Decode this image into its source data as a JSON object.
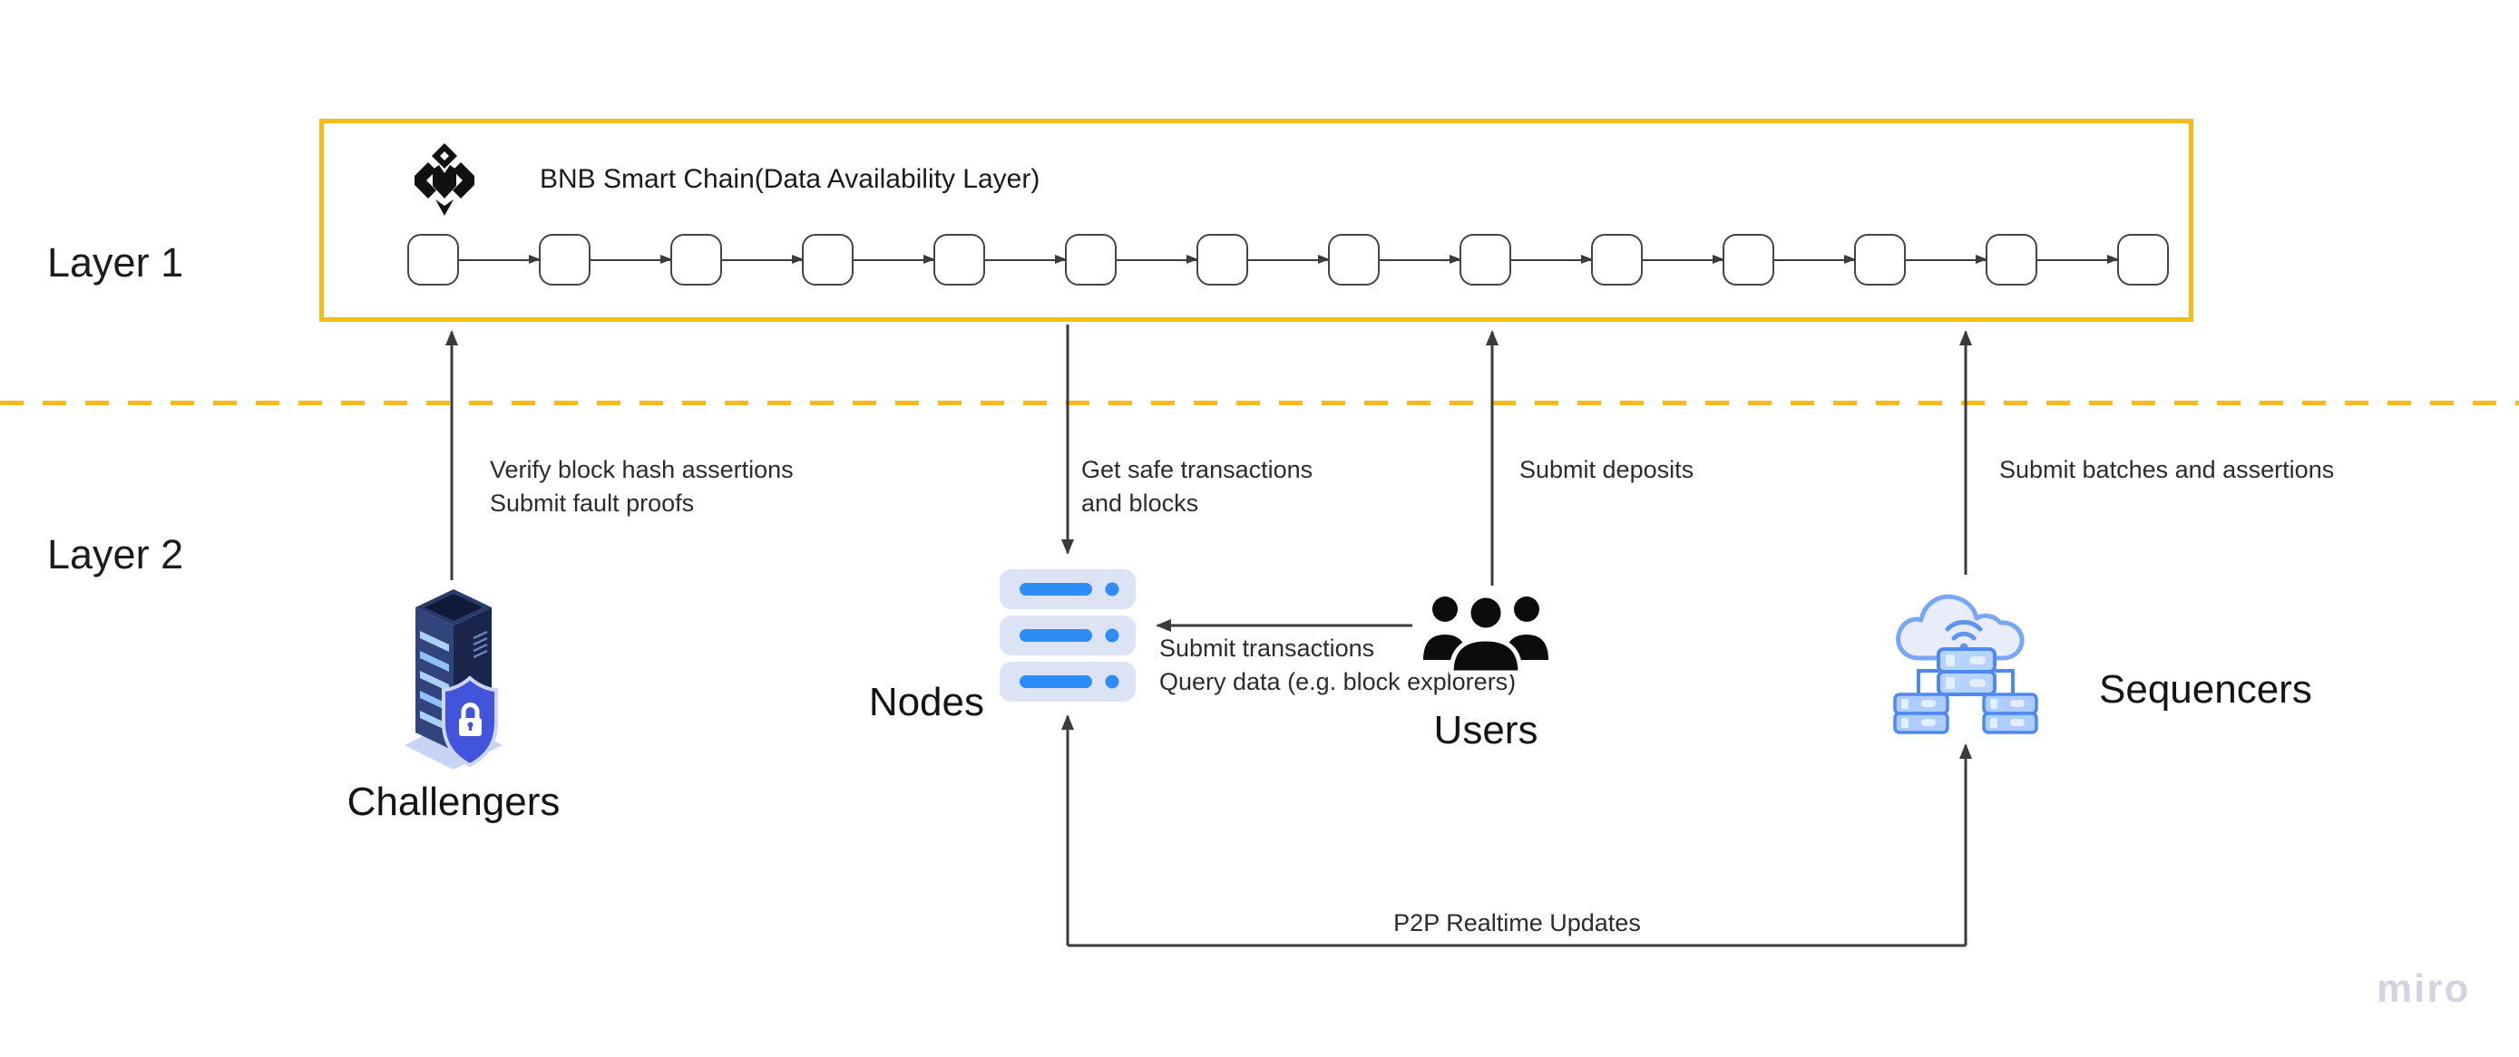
{
  "watermark": "miro",
  "colors": {
    "accent_yellow": "#F6BA1B",
    "arrow_gray": "#3b3b3b",
    "text_dark": "#1f1f1f",
    "node_row_bg": "#dbe3f4",
    "node_blue": "#2e8cf6",
    "shield_blue": "#4354dc",
    "server_navy": "#1d2951",
    "cloud_blue_outline": "#4d89f0",
    "watermark_gray": "#d4d4e0"
  },
  "layers": {
    "layer1": "Layer 1",
    "layer2": "Layer 2"
  },
  "layer1_box": {
    "title": "BNB Smart Chain(Data Availability Layer)",
    "logo": "bnb-chain-logo",
    "block_count": 14
  },
  "annotations": {
    "challengers": {
      "line1": "Verify block hash assertions",
      "line2": "Submit fault proofs"
    },
    "nodes": {
      "line1": "Get safe transactions",
      "line2": "and blocks"
    },
    "deposits": "Submit deposits",
    "batches": "Submit batches and assertions",
    "transactions": {
      "line1": "Submit transactions",
      "line2": "Query data (e.g. block explorers)"
    },
    "p2p": "P2P Realtime Updates"
  },
  "entities": {
    "challengers": "Challengers",
    "nodes": "Nodes",
    "users": "Users",
    "sequencers": "Sequencers"
  }
}
